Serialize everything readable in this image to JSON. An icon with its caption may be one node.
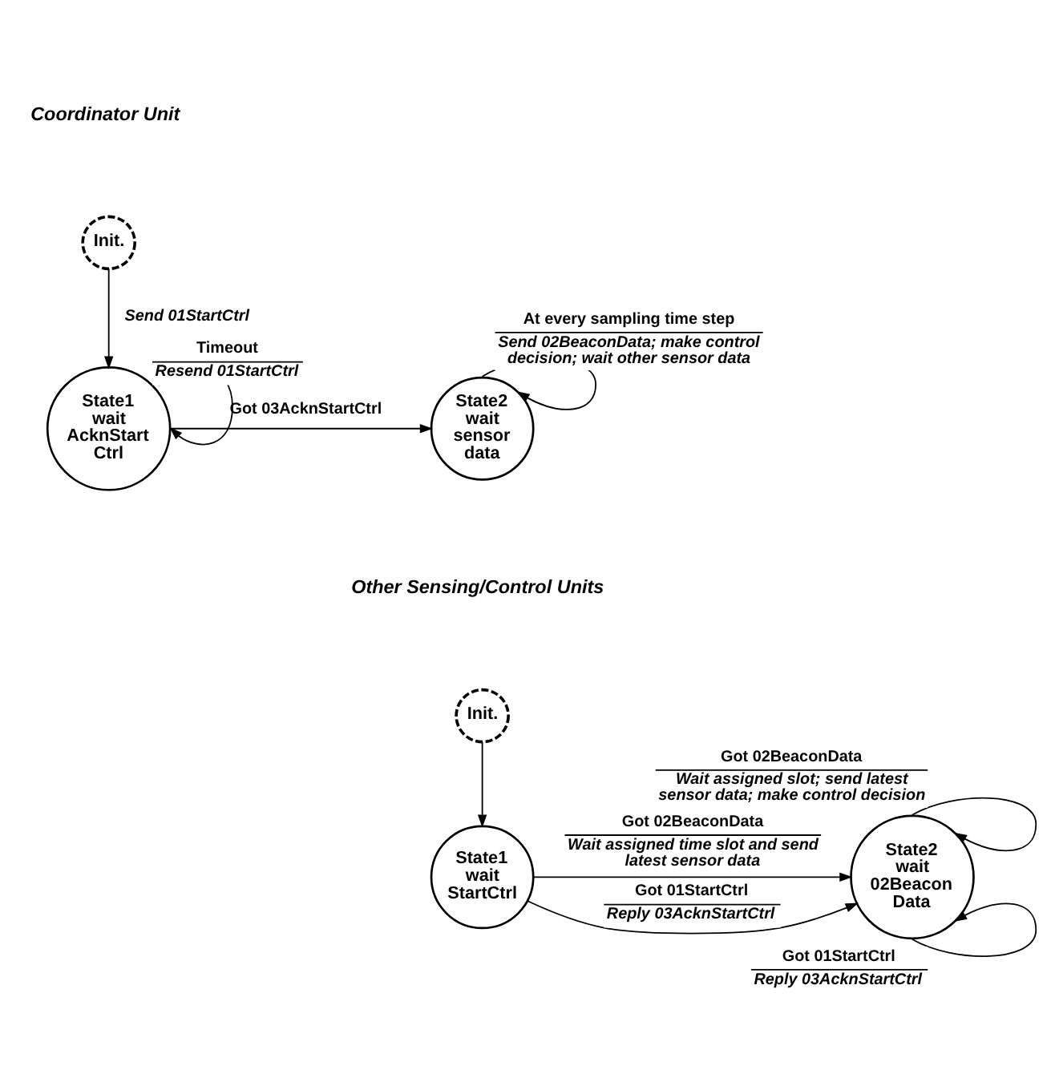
{
  "diagram": {
    "nodes": [
      {
        "text": [
          "Init."
        ]
      },
      {
        "text": [
          "State1 wait AcknStart Ctrl"
        ]
      },
      {
        "text": [
          "State2 wait sensor data"
        ]
      },
      {
        "text": [
          "Init."
        ]
      },
      {
        "text": [
          "State1 wait StartCtrl"
        ]
      },
      {
        "text": [
          "State2 wait 02Beacon Data"
        ]
      }
    ],
    "edges": [
      {
        "from": 0,
        "to": 1,
        "arrow": "to",
        "label": [
          "Send 01StartCtrl"
        ]
      },
      {
        "from": 1,
        "to": 1,
        "arrow": "to",
        "label": [
          "Timeout",
          "Resend 01StartCtrl"
        ]
      },
      {
        "from": 1,
        "to": 2,
        "arrow": "to",
        "label": [
          "Got 03AcknStartCtrl"
        ]
      },
      {
        "from": 2,
        "to": 2,
        "arrow": "to",
        "label": [
          "At every sampling time step",
          "Send 02BeaconData; make control decision; wait other sensor data"
        ]
      },
      {
        "from": 3,
        "to": 4,
        "arrow": "to"
      },
      {
        "from": 4,
        "to": 5,
        "arrow": "to",
        "label": [
          "Got 01StartCtrl",
          "Reply 03AcknStartCtrl"
        ]
      },
      {
        "from": 4,
        "to": 5,
        "arrow": "to",
        "label": [
          "Got 02BeaconData",
          "Wait assigned time slot and send latest sensor data"
        ]
      },
      {
        "from": 5,
        "to": 5,
        "arrow": "to",
        "label": [
          "Got 02BeaconData",
          "Wait assigned slot; send latest sensor data; make control decision"
        ]
      },
      {
        "from": 5,
        "to": 5,
        "arrow": "to",
        "label": [
          "Got 01StartCtrl",
          "Reply 03AcknStartCtrl"
        ]
      }
    ],
    "labels": [
      "Coordinator Unit",
      "Other Sensing/Control Units"
    ]
  }
}
